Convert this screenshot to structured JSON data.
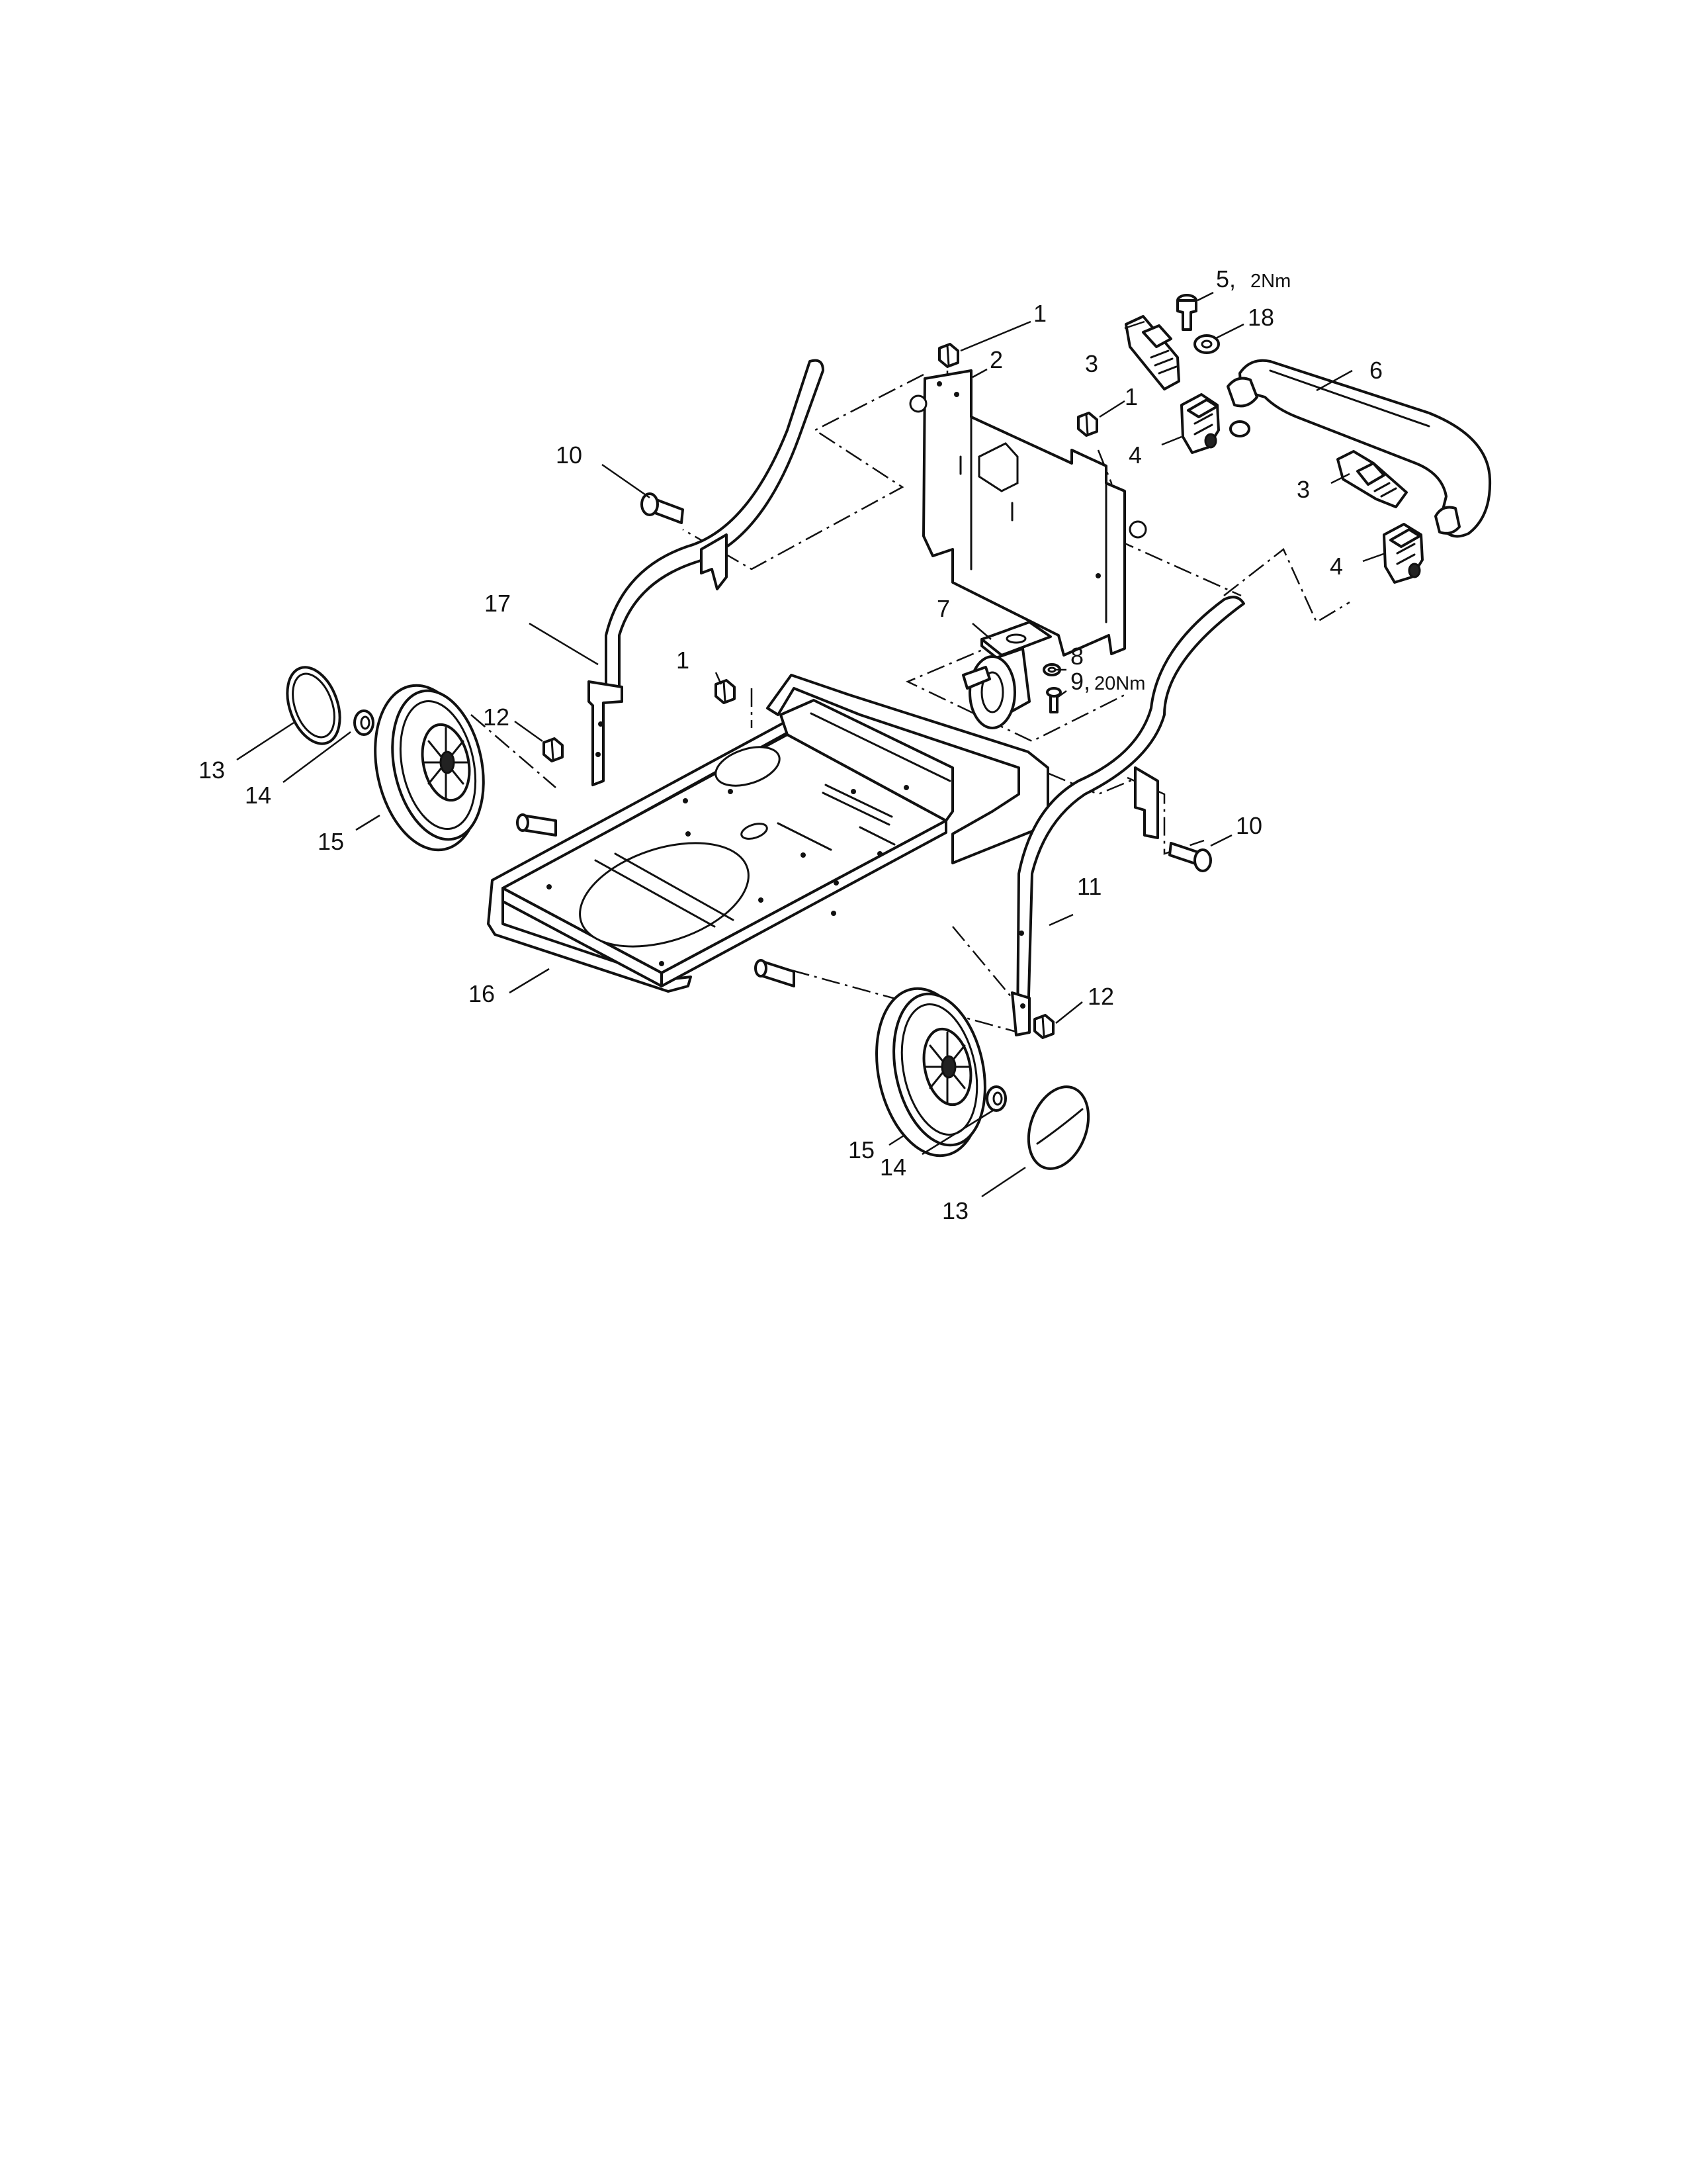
{
  "callouts": {
    "c1a": "1",
    "c1b": "1",
    "c1c": "1",
    "c2": "2",
    "c3a": "3",
    "c3b": "3",
    "c4a": "4",
    "c4b": "4",
    "c5": "5,",
    "c5_torque": "2Nm",
    "c6": "6",
    "c7": "7",
    "c8": "8",
    "c9": "9,",
    "c9_torque": "20Nm",
    "c10a": "10",
    "c10b": "10",
    "c11": "11",
    "c12a": "12",
    "c12b": "12",
    "c13a": "13",
    "c13b": "13",
    "c14a": "14",
    "c14b": "14",
    "c15a": "15",
    "c15b": "15",
    "c16": "16",
    "c17": "17",
    "c18": "18"
  }
}
